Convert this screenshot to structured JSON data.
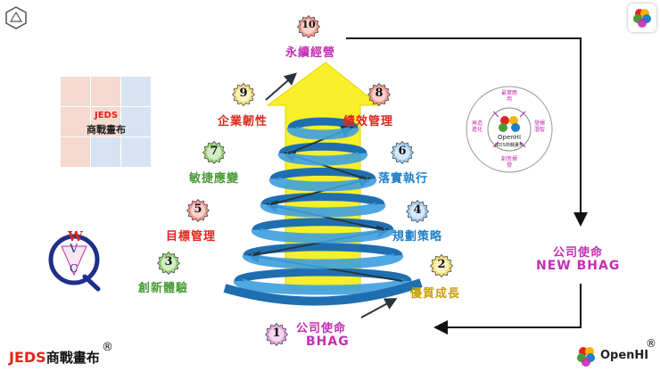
{
  "colors": {
    "red": "#e0261c",
    "blue": "#1e7fc9",
    "green": "#4a9b36",
    "magenta": "#c42fb3",
    "gold": "#c9a000",
    "spiral": "#3d9fe0",
    "arrow_yellow": "#f7ef2a"
  },
  "steps": [
    {
      "num": "1",
      "label": "公司使命"
    },
    {
      "num": "2",
      "label": "優質成長"
    },
    {
      "num": "3",
      "label": "創新體驗"
    },
    {
      "num": "4",
      "label": "規劃策略"
    },
    {
      "num": "5",
      "label": "目標管理"
    },
    {
      "num": "6",
      "label": "落實執行"
    },
    {
      "num": "7",
      "label": "敏捷應變"
    },
    {
      "num": "8",
      "label": "績效管理"
    },
    {
      "num": "9",
      "label": "企業韌性"
    },
    {
      "num": "10",
      "label": "永續經營"
    }
  ],
  "bhag": "BHAG",
  "new_mission": {
    "line1": "公司使命",
    "line2": "NEW BHAG"
  },
  "canvas_label": "商戰畫布",
  "jeds_logo": "JEDS",
  "footer_left": {
    "logo": "JEDS",
    "text": "商戰畫布",
    "reg": "®"
  },
  "footer_right": {
    "text": "OpenHI",
    "reg": "®"
  },
  "openhi_wheel": {
    "center_text": "OpenHI",
    "center_sub": "JEDS商戰畫布",
    "segments": [
      "最實應用",
      "發揮潛智",
      "創意揮發",
      "再造進化"
    ]
  },
  "vcq": {
    "v": "V",
    "c": "C",
    "q": "Q",
    "w": "W"
  }
}
